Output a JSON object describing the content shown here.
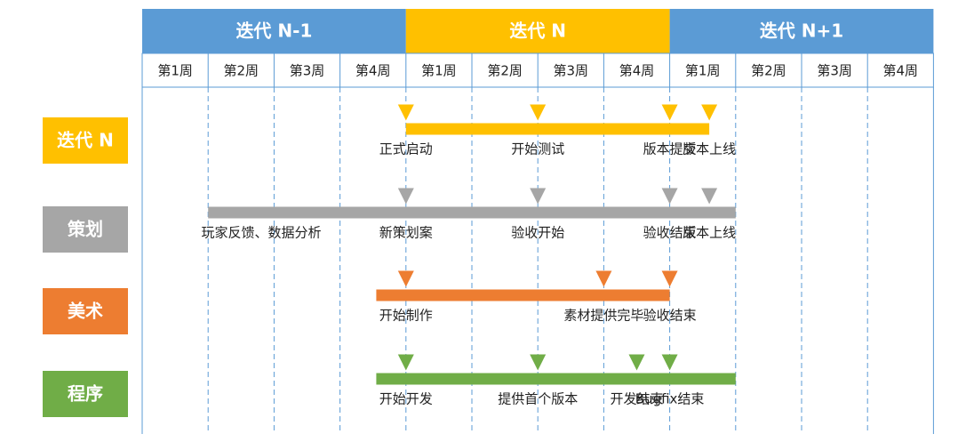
{
  "iterations": [
    {
      "label": "迭代 N-1",
      "color": "#5b9bd5",
      "weeks": [
        "第1周",
        "第2周",
        "第3周",
        "第4周"
      ]
    },
    {
      "label": "迭代 N",
      "color": "#ffc000",
      "weeks": [
        "第1周",
        "第2周",
        "第3周",
        "第4周"
      ]
    },
    {
      "label": "迭代 N+1",
      "color": "#5b9bd5",
      "weeks": [
        "第1周",
        "第2周"
      ]
    }
  ],
  "extra_weeks": [
    "第3周",
    "第4周"
  ],
  "rows": [
    {
      "label": "迭代 N",
      "color": "#ffc000",
      "bar_start_week": 4,
      "bar_end_week": 8.6,
      "milestones": [
        {
          "week": 4,
          "text": "正式启动"
        },
        {
          "week": 6,
          "text": "开始测试"
        },
        {
          "week": 8,
          "text": "版本提交"
        },
        {
          "week": 8.6,
          "text": "版本上线"
        }
      ]
    },
    {
      "label": "策划",
      "color": "#a6a6a6",
      "bar_start_week": 1,
      "bar_end_week": 9,
      "bar_label": "玩家反馈、数据分析",
      "milestones": [
        {
          "week": 4,
          "text": "新策划案"
        },
        {
          "week": 6,
          "text": "验收开始"
        },
        {
          "week": 8,
          "text": "验收结束"
        },
        {
          "week": 8.6,
          "text": "版本上线"
        }
      ]
    },
    {
      "label": "美术",
      "color": "#ed7d31",
      "bar_start_week": 3.55,
      "bar_end_week": 8,
      "milestones": [
        {
          "week": 4,
          "text": "开始制作"
        },
        {
          "week": 7,
          "text": "素材提供完毕"
        },
        {
          "week": 8,
          "text": "验收结束"
        }
      ]
    },
    {
      "label": "程序",
      "color": "#70ad47",
      "bar_start_week": 3.55,
      "bar_end_week": 9,
      "milestones": [
        {
          "week": 4,
          "text": "开始开发"
        },
        {
          "week": 6,
          "text": "提供首个版本"
        },
        {
          "week": 7.5,
          "text": "开发结束"
        },
        {
          "week": 8,
          "text": "Bugfix结束"
        }
      ]
    }
  ]
}
